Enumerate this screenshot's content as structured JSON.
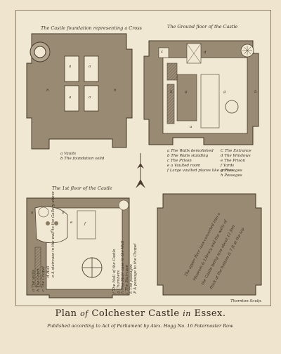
{
  "plans": {
    "foundation": {
      "caption": "The Castle foundation representing a Cross",
      "legend": [
        "a Vaults",
        "b The foundation solid"
      ],
      "marks": [
        "a",
        "a",
        "a",
        "a",
        "b",
        "b"
      ]
    },
    "ground": {
      "caption": "The Ground floor of the Castle",
      "legend_left": [
        "a The Walls demolished",
        "b The Walls standing",
        "c The Prison",
        "e a Vaulted room",
        "f Large vaulted places like arches"
      ],
      "legend_right": [
        "C The Entrance",
        "d The Windows",
        "e The Prison",
        "f Yards",
        "g Passages",
        "h Passages"
      ],
      "marks": [
        "c",
        "d",
        "b",
        "g",
        "g",
        "a",
        "b"
      ]
    },
    "first": {
      "caption": "The 1st floor of the Castle",
      "side_notes_left": [
        "a The walls",
        "b The Court",
        "c The Chapel",
        "d Hall",
        "e A staircase in the wall to the Gallery above"
      ],
      "side_notes_right": [
        "f The Hall of the Castle",
        "g Chambers",
        "h The Stair case in the Wall",
        "i The Staircase",
        "k The passages",
        "P A passage to the Chapel"
      ],
      "marks": [
        "a",
        "b",
        "c",
        "e",
        "f"
      ]
    },
    "upper": {
      "inscription": [
        "The upper floor now converted into a",
        "Museum & Library and the walls of",
        "the Castle being now about 12 feet",
        "thick at the bottom & 7 ft at the top"
      ]
    }
  },
  "engraver": "Thornton Sculp.",
  "title": {
    "part1": "Plan",
    "part2": "of",
    "part3": "Colchester Castle",
    "part4": "in",
    "part5": "Essex."
  },
  "publisher_line": "Published according to Act of Parliament by Alex. Hogg No. 16 Paternoster Row."
}
